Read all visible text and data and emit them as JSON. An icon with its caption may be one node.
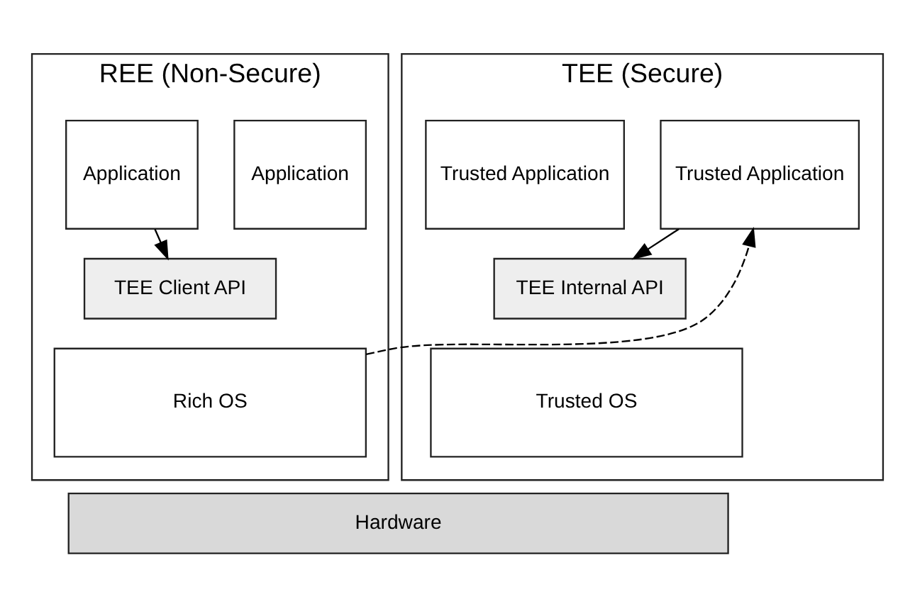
{
  "diagram": {
    "nodes": [
      {
        "text": [
          "REE (Non-Secure)"
        ]
      },
      {
        "text": [
          "Application"
        ],
        "in": 0
      },
      {
        "text": [
          "Application"
        ],
        "in": 0
      },
      {
        "text": [
          "TEE Client API"
        ],
        "in": 0
      },
      {
        "text": [
          "Rich OS"
        ],
        "in": 0
      },
      {
        "text": [
          "TEE (Secure)"
        ]
      },
      {
        "text": [
          "Trusted Application"
        ],
        "in": 5
      },
      {
        "text": [
          "Trusted Application"
        ],
        "in": 5
      },
      {
        "text": [
          "TEE Internal API"
        ],
        "in": 5
      },
      {
        "text": [
          "Trusted OS"
        ],
        "in": 5
      },
      {
        "text": [
          "Hardware"
        ]
      }
    ],
    "edges": [
      {
        "from": 2,
        "to": 3,
        "arrow": "to"
      },
      {
        "from": 4,
        "to": 6,
        "arrow": "to",
        "style": "dashed"
      },
      {
        "from": 6,
        "to": 8,
        "arrow": "to"
      }
    ]
  }
}
